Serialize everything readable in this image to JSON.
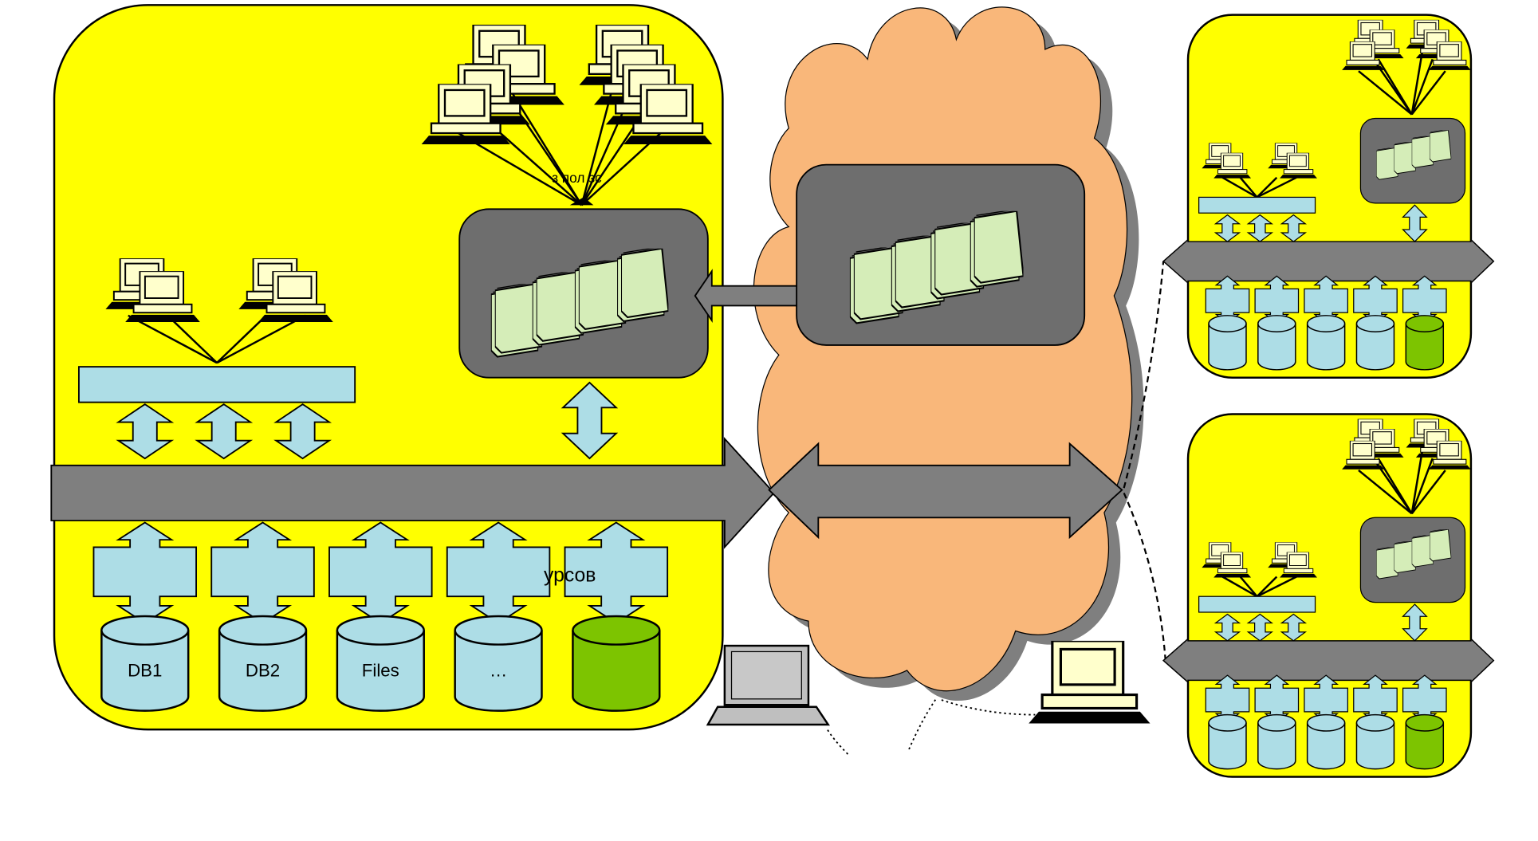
{
  "labels": {
    "users_partial": "з пол зс",
    "resources_partial": "урсов"
  },
  "storages": [
    {
      "label": "DB1",
      "color": "#ADDDE6"
    },
    {
      "label": "DB2",
      "color": "#ADDDE6"
    },
    {
      "label": "Files",
      "color": "#ADDDE6"
    },
    {
      "label": "…",
      "color": "#ADDDE6"
    },
    {
      "label": "",
      "color": "#7DC400"
    }
  ],
  "colors": {
    "site": "#FFFF00",
    "cloud": "#F9B77A",
    "bus": "#7F7F7F",
    "light_blue": "#ADDDE6",
    "doc": "#D5EDB8"
  }
}
